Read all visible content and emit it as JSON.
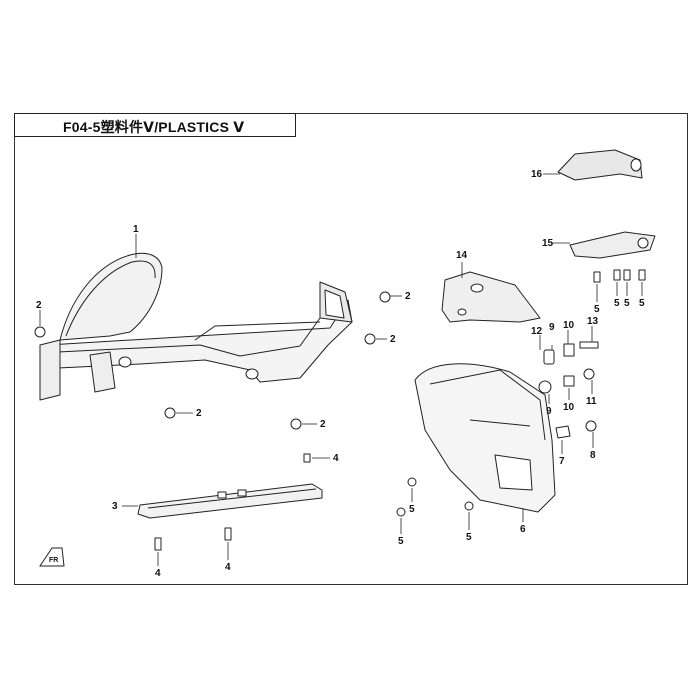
{
  "title": "F04-5塑料件Ⅴ/PLASTICS Ⅴ",
  "callouts": {
    "c1": "1",
    "c2a": "2",
    "c2b": "2",
    "c2c": "2",
    "c2d": "2",
    "c2e": "2",
    "c3": "3",
    "c4a": "4",
    "c4b": "4",
    "c4c": "4",
    "c5a": "5",
    "c5b": "5",
    "c5c": "5",
    "c5d": "5",
    "c5e": "5",
    "c5f": "5",
    "c5g": "5",
    "c6": "6",
    "c7": "7",
    "c8": "8",
    "c9a": "9",
    "c9b": "9",
    "c10a": "10",
    "c10b": "10",
    "c11": "11",
    "c12": "12",
    "c13": "13",
    "c14": "14",
    "c15": "15",
    "c16": "16"
  },
  "fr_badge": "FR"
}
